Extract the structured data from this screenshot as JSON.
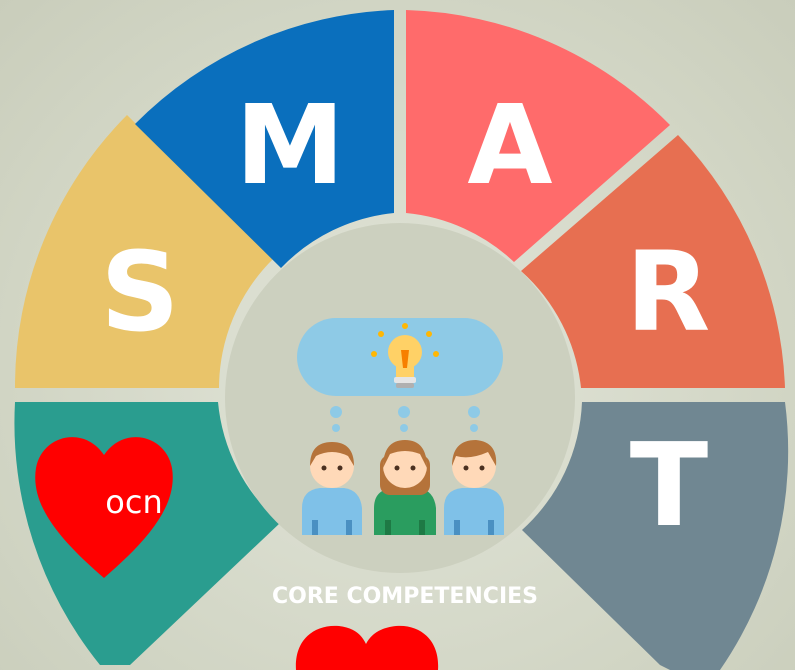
{
  "letters": {
    "s": "S",
    "m": "M",
    "a": "A",
    "r": "R",
    "t": "T"
  },
  "heart_label": "ocn",
  "caption": "CORE COMPETENCIES",
  "colors": {
    "background": "#d2d6c6",
    "s": "#e9c46a",
    "m": "#0a6fbd",
    "a": "#ff6b6b",
    "r": "#e76f51",
    "t": "#708792",
    "teal": "#2a9d8f",
    "heart": "#ff0000",
    "center": "#ccd0bf"
  },
  "icons": [
    "lightbulb-icon",
    "thought-bubble-icon",
    "team-people-icon"
  ]
}
